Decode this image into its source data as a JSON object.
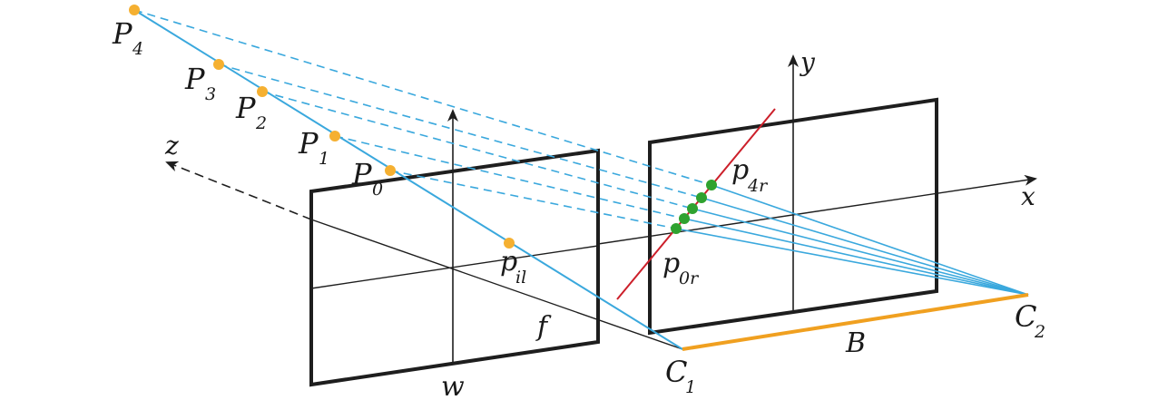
{
  "colors": {
    "ray": "#3aa8dd",
    "point_world": "#f5b031",
    "point_image": "#2fa22f",
    "epipolar_line": "#cc1f2a",
    "baseline": "#f0a020",
    "frame": "#1e1e1e"
  },
  "labels": {
    "P": "P",
    "p": "p",
    "s0": "0",
    "s1": "1",
    "s2": "2",
    "s3": "3",
    "s4": "4",
    "s_il": "il",
    "s_0r": "0r",
    "s_4r": "4r",
    "f": "f",
    "w": "w",
    "B": "B",
    "C": "C",
    "x": "x",
    "y": "y",
    "z": "z"
  },
  "diagram": {
    "points_world": [
      "P0",
      "P1",
      "P2",
      "P3",
      "P4"
    ],
    "projections_right": [
      "p0r",
      "p1r",
      "p2r",
      "p3r",
      "p4r"
    ],
    "projection_left": "pil",
    "cameras": [
      "C1",
      "C2"
    ]
  }
}
